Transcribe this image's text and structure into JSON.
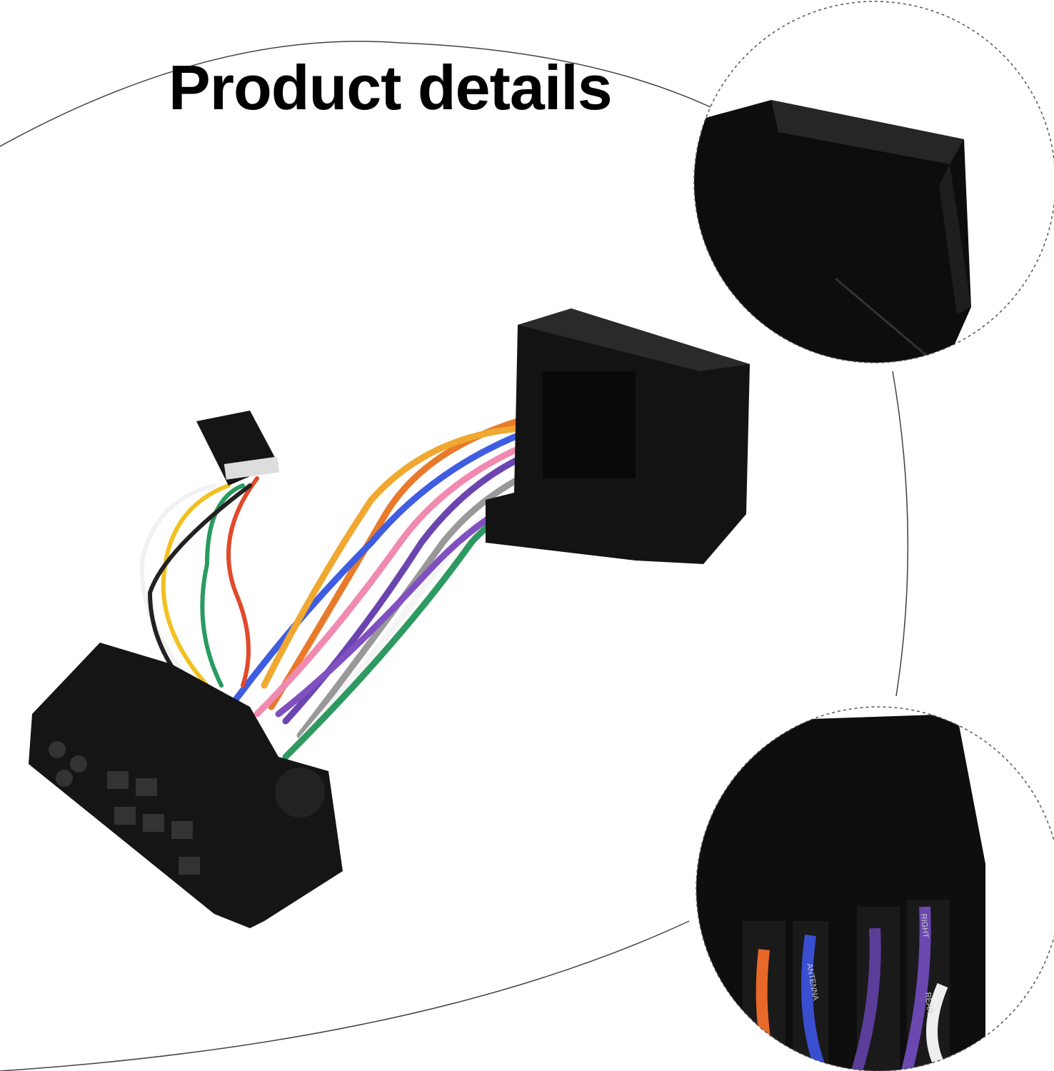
{
  "title": "Product details",
  "inset_bottom": {
    "wire_labels": [
      "ANTENNA",
      "RIGHT",
      "REAR"
    ]
  },
  "colors": {
    "connector": "#111111",
    "outline": "#333333"
  }
}
